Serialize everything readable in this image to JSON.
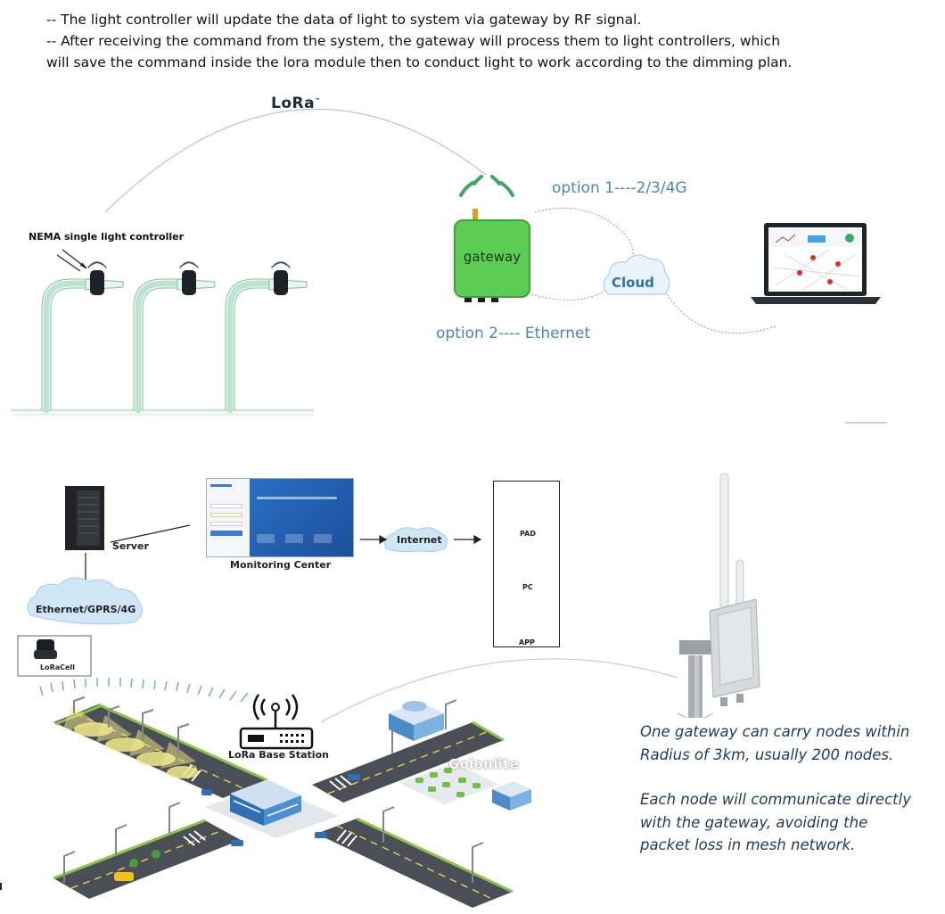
{
  "intro": {
    "line1": "-- The light controller will update the data of light to system via gateway by RF signal.",
    "line2": "-- After receiving the command from the system, the gateway will process them to light controllers, which",
    "line3": "will save the command inside the lora module then to conduct light to work according to the dimming plan."
  },
  "top_diagram": {
    "lora_logo": "LoRa",
    "controller_label": "NEMA single light controller",
    "gateway_label": "gateway",
    "option1": "option 1----2/3/4G",
    "option2": "option 2---- Ethernet",
    "cloud_label": "Cloud",
    "laptop_icon": "laptop-map-icon"
  },
  "bottom_diagram": {
    "server_label": "Server",
    "monitoring_label": "Monitoring Center",
    "internet_label": "Internet",
    "network_label": "Ethernet/GPRS/4G",
    "loracell_label": "LoRaCell",
    "base_station_label": "LoRa Base Station",
    "devices": [
      "PAD",
      "PC",
      "APP"
    ],
    "watermark": "Golonlite"
  },
  "description": {
    "p1_line1": "One gateway can carry nodes within",
    "p1_line2": "Radius of 3km, usually 200 nodes.",
    "p2_line1": "Each node will communicate directly",
    "p2_line2": "with the gateway, avoiding the",
    "p2_line3": "packet loss in mesh network."
  },
  "colors": {
    "gateway_green": "#5ccc55",
    "option_blue": "#4a86b8",
    "pole_green": "#cfe9dc",
    "road_gray": "#4a4f57",
    "description_text": "#1f3a5a"
  }
}
